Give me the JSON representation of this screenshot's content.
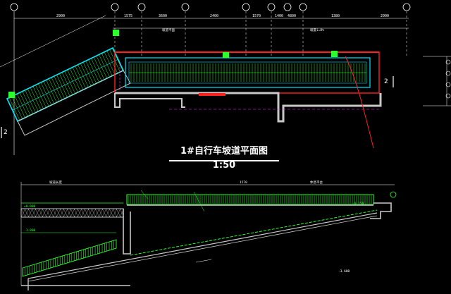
{
  "plan": {
    "title": "1#自行车坡道平面图 1:50",
    "section_mark_left": "2",
    "section_mark_right": "2"
  },
  "dimensions": {
    "top_row": [
      "2900",
      "1575",
      "3600",
      "2400",
      "1570",
      "1400",
      "4800",
      "1380",
      "2900"
    ],
    "plan_mid": [
      "坡道平面",
      "坡度i=8%"
    ],
    "section_top": [
      "坡道长度",
      "1570",
      "休息平台"
    ]
  },
  "section_labels": [
    "±0.000",
    "-1.800",
    "-3.600",
    "-0.150"
  ],
  "colors": {
    "wall": "#c8c8c8",
    "ramp_cyan": "#00e5ff",
    "grating_green": "#2dff2d",
    "dim_white": "#ffffff",
    "axis_red": "#ff3030",
    "grid_magenta": "#ff30ff",
    "slab_red": "#ff2020"
  }
}
